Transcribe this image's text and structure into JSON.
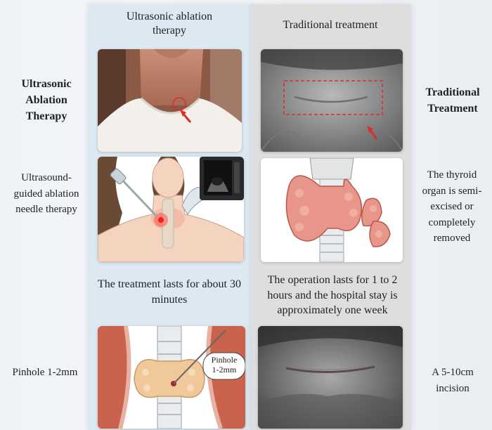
{
  "columns": {
    "left_header": "Ultrasonic ablation therapy",
    "right_header": "Traditional treatment"
  },
  "rows": {
    "title": {
      "left": "Ultrasonic Ablation Therapy",
      "right": "Traditional Treatment"
    },
    "method": {
      "left": "Ultrasound-guided ablation needle therapy",
      "right": "The thyroid organ is semi-excised or completely removed"
    },
    "duration": {
      "left": "The treatment lasts for about 30 minutes",
      "right": "The operation lasts for 1 to 2 hours and the hospital stay is approximately one week"
    },
    "wound": {
      "left": "Pinhole 1-2mm",
      "right": "A 5-10cm incision"
    }
  },
  "illustration": {
    "pinhole_label": "Pinhole 1-2mm"
  },
  "colors": {
    "marker_red": "#d9302b",
    "left_column": "#dde9f2",
    "right_column": "#dedede"
  }
}
